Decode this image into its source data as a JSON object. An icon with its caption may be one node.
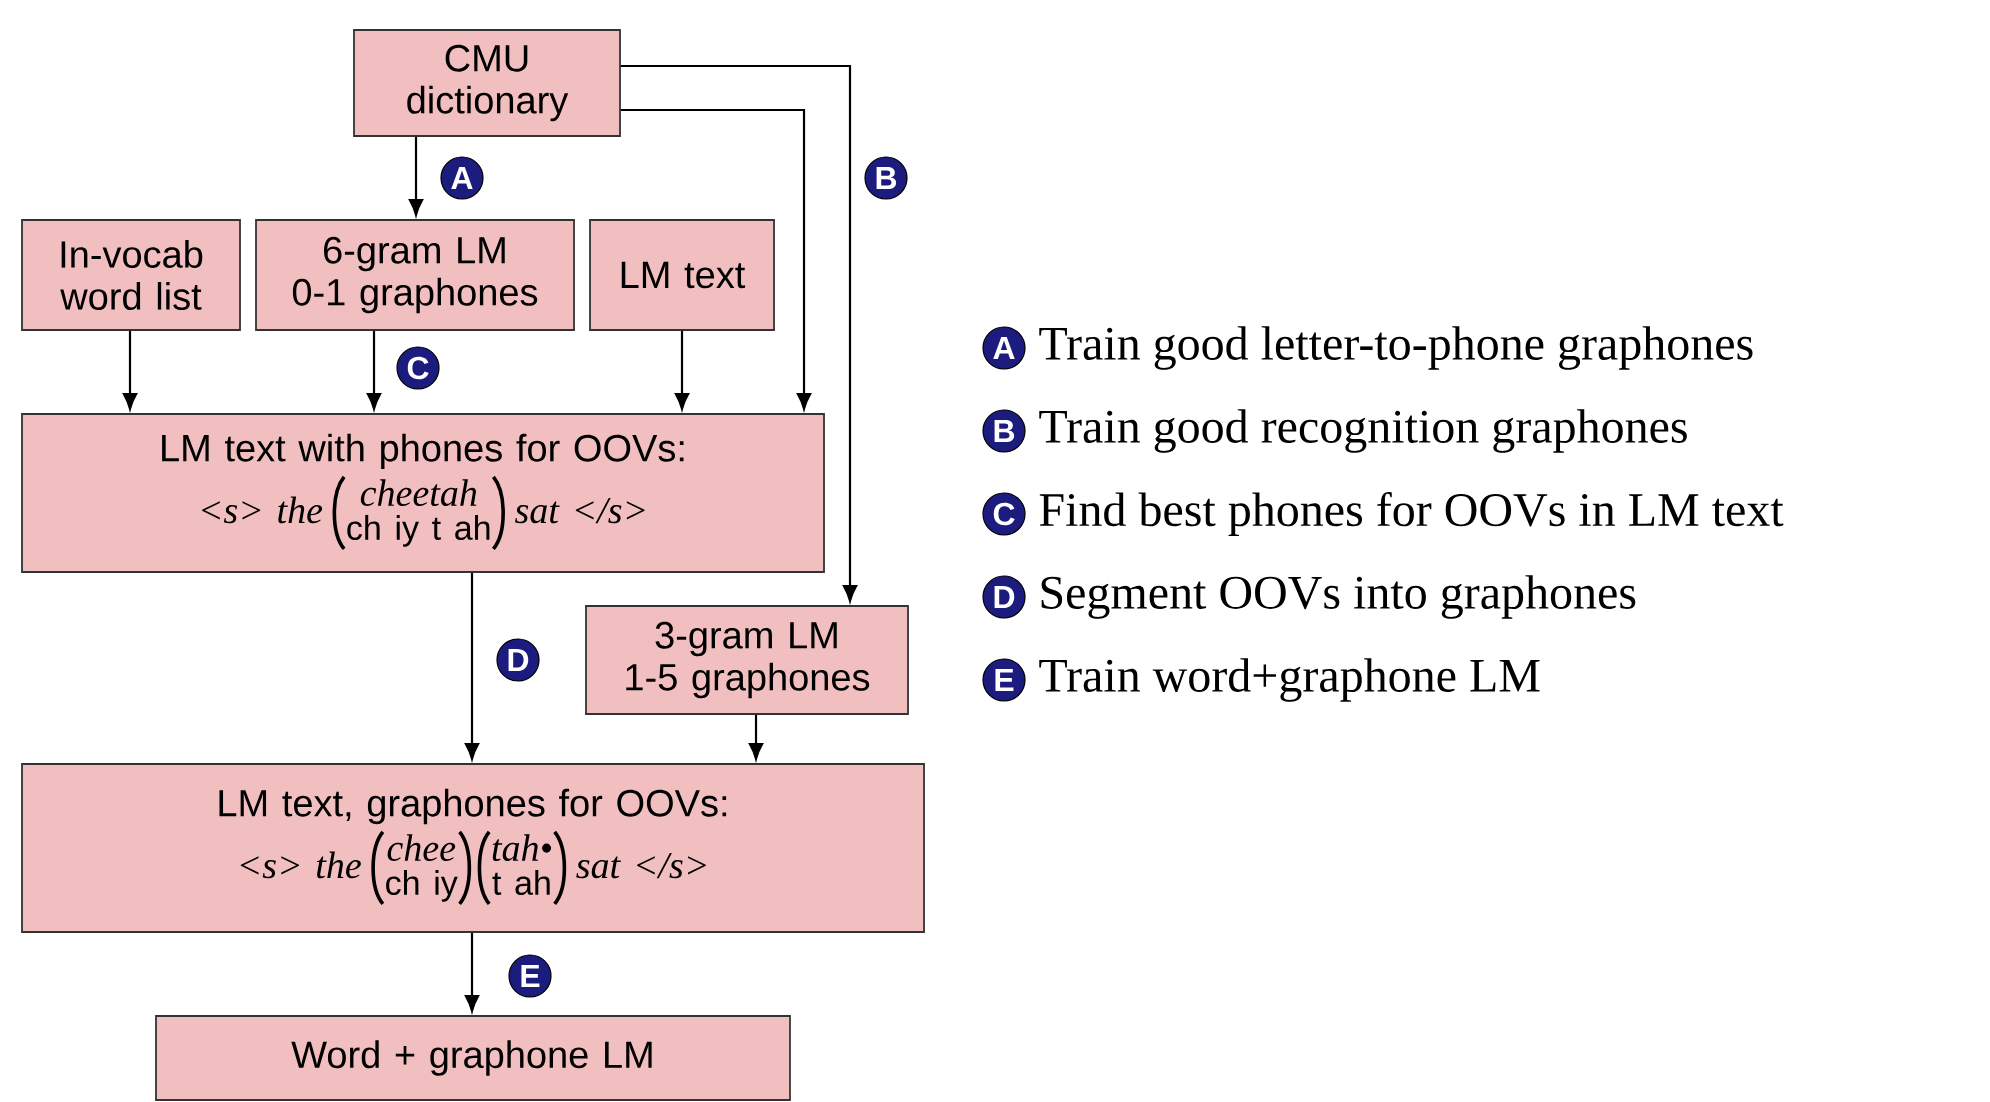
{
  "diagram": {
    "nodes": [
      {
        "text": [
          "CMU dictionary"
        ]
      },
      {
        "text": [
          "In-vocab word list"
        ]
      },
      {
        "text": [
          "6-gram LM 0-1 graphones"
        ]
      },
      {
        "text": [
          "LM text"
        ]
      },
      {
        "text": [
          "LM text with phones for OOVs:",
          "<s> the",
          "cheetah",
          "ch iy t ah",
          "sat </s>"
        ]
      },
      {
        "text": [
          "3-gram LM 1-5 graphones"
        ]
      },
      {
        "text": [
          "LM text, graphones for OOVs:",
          "<s> the",
          "chee",
          "ch iy",
          "tah•",
          "t ah",
          "sat </s>"
        ]
      },
      {
        "text": [
          "Word + graphone LM"
        ]
      }
    ],
    "edges": [
      {
        "from": 0,
        "to": 2,
        "arrow": "to",
        "label": "A"
      },
      {
        "from": 0,
        "to": 5,
        "arrow": "to",
        "label": "B"
      },
      {
        "from": 0,
        "to": 4,
        "arrow": "to"
      },
      {
        "from": 1,
        "to": 4,
        "arrow": "to"
      },
      {
        "from": 2,
        "to": 4,
        "arrow": "to",
        "label": "C"
      },
      {
        "from": 3,
        "to": 4,
        "arrow": "to"
      },
      {
        "from": 4,
        "to": 6,
        "arrow": "to",
        "label": "D"
      },
      {
        "from": 5,
        "to": 6,
        "arrow": "to"
      },
      {
        "from": 6,
        "to": 7,
        "arrow": "to",
        "label": "E"
      }
    ],
    "labels": [
      "A",
      "Train good letter-to-phone graphones",
      "B",
      "Train good recognition graphones",
      "C",
      "Find best phones for OOVs in LM text",
      "D",
      "Segment OOVs into graphones",
      "E",
      "Train word+graphone LM"
    ]
  }
}
